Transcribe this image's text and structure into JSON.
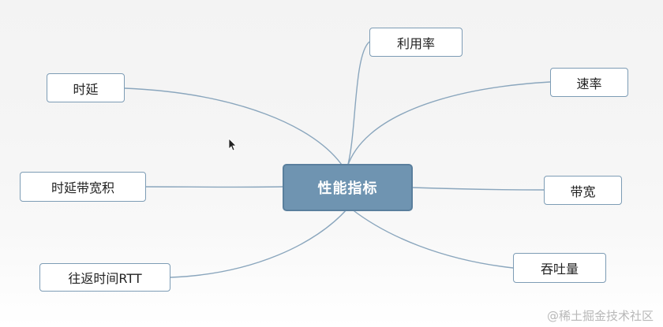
{
  "center": {
    "label": "性能指标"
  },
  "nodes": {
    "shiyan": "时延",
    "shiyan_daikuan_ji": "时延带宽积",
    "wangfan_shijian": "往返时间RTT",
    "liyonglv": "利用率",
    "sulv": "速率",
    "daikuan": "带宽",
    "tuntuliang": "吞吐量"
  },
  "watermark": "@稀土掘金技术社区",
  "colors": {
    "center_fill": "#6f94b1",
    "node_border": "#7d9cb5",
    "connector": "#8aa6bd"
  }
}
